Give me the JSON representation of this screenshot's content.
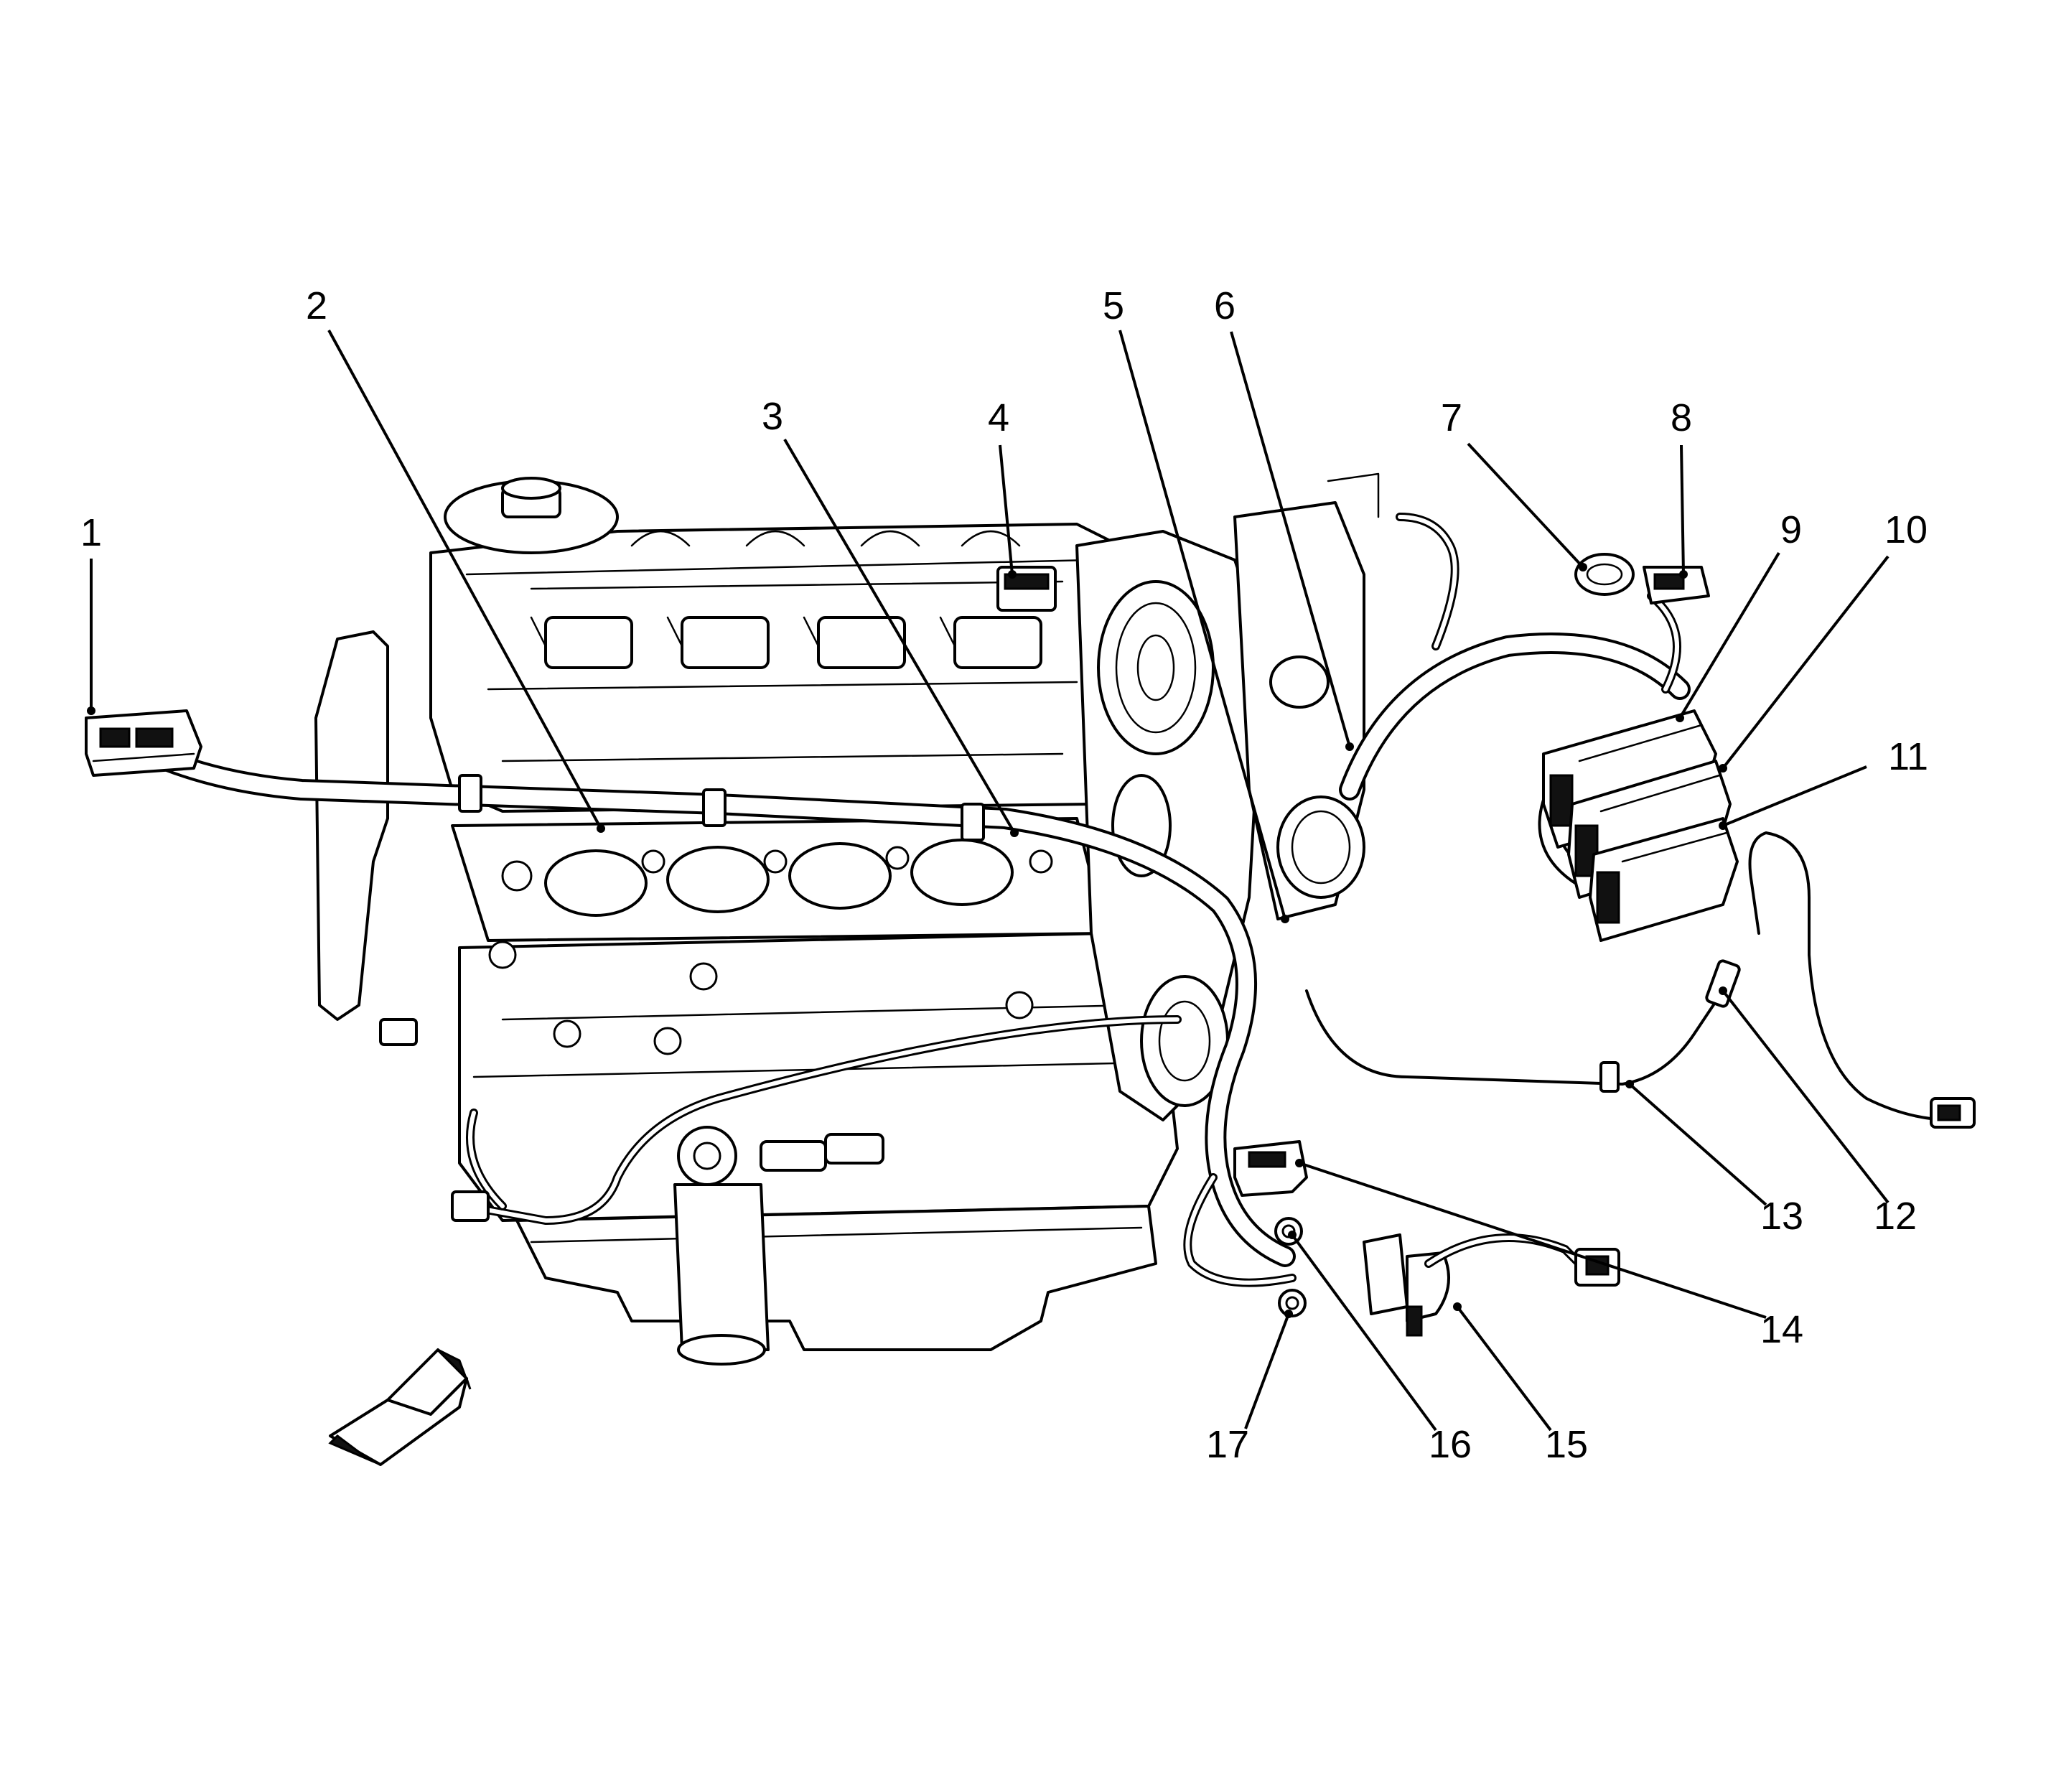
{
  "callouts": [
    {
      "id": "1",
      "label": "1"
    },
    {
      "id": "2",
      "label": "2"
    },
    {
      "id": "3",
      "label": "3"
    },
    {
      "id": "4",
      "label": "4"
    },
    {
      "id": "5",
      "label": "5"
    },
    {
      "id": "6",
      "label": "6"
    },
    {
      "id": "7",
      "label": "7"
    },
    {
      "id": "8",
      "label": "8"
    },
    {
      "id": "9",
      "label": "9"
    },
    {
      "id": "10",
      "label": "10"
    },
    {
      "id": "11",
      "label": "11"
    },
    {
      "id": "12",
      "label": "12"
    },
    {
      "id": "13",
      "label": "13"
    },
    {
      "id": "14",
      "label": "14"
    },
    {
      "id": "15",
      "label": "15"
    },
    {
      "id": "16",
      "label": "16"
    },
    {
      "id": "17",
      "label": "17"
    }
  ],
  "icons": {
    "orientation_arrow": "front-direction-arrow-icon"
  },
  "colors": {
    "ink": "#000000",
    "background": "#ffffff"
  }
}
